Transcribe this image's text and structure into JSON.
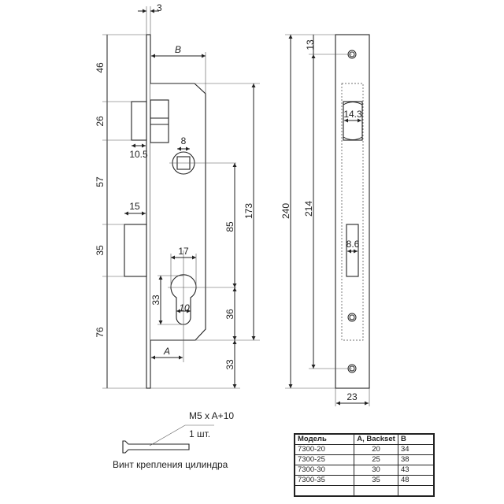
{
  "lock_dimensions": {
    "faceplate_thickness": "3",
    "backset_B": "B",
    "backset_A": "A",
    "top_to_latch": "46",
    "latch_height": "26",
    "latch_depth": "10.5",
    "latch_to_bolt": "57",
    "bolt_depth": "15",
    "bolt_height": "35",
    "bolt_to_bottom": "76",
    "spindle_square": "8",
    "case_height": "173",
    "spindle_to_cylinder": "85",
    "cylinder_to_case_bottom": "36",
    "case_bottom_to_plate_end": "33",
    "cylinder_width": "17",
    "cylinder_height": "33",
    "cylinder_tab_width": "10"
  },
  "strike_plate": {
    "total_length": "240",
    "hole_spacing": "214",
    "top_to_hole": "13",
    "latch_opening": "14.3",
    "bolt_opening": "8.6",
    "width": "23"
  },
  "screw": {
    "spec": "M5 x A+10",
    "quantity": "1 шт.",
    "caption": "Винт крепления цилиндра"
  },
  "table": {
    "headers": [
      "Модель",
      "A, Backset",
      "B"
    ],
    "rows": [
      [
        "7300-20",
        "20",
        "34"
      ],
      [
        "7300-25",
        "25",
        "38"
      ],
      [
        "7300-30",
        "30",
        "43"
      ],
      [
        "7300-35",
        "35",
        "48"
      ],
      [
        "",
        "",
        ""
      ]
    ]
  }
}
